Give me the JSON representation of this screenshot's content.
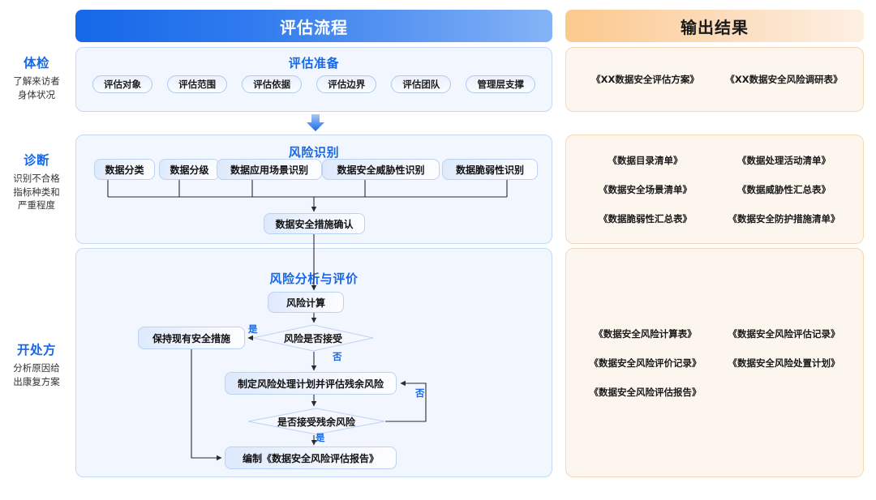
{
  "headers": {
    "flow": "评估流程",
    "output": "输出结果",
    "flow_gradient_from": "#1668E8",
    "flow_gradient_to": "#85B3F6",
    "output_gradient_from": "#FBC98C",
    "output_gradient_to": "#FDF0E4",
    "accent_blue": "#1668E8"
  },
  "stages": [
    {
      "title": "体检",
      "desc": "了解来访者\n身体状况"
    },
    {
      "title": "诊断",
      "desc": "识别不合格\n指标种类和\n严重程度"
    },
    {
      "title": "开处方",
      "desc": "分析原因给\n出康复方案"
    }
  ],
  "flow": {
    "preparation": {
      "title": "评估准备",
      "pills": [
        "评估对象",
        "评估范围",
        "评估依据",
        "评估边界",
        "评估团队",
        "管理层支撑"
      ]
    },
    "identification": {
      "title": "风险识别",
      "nodes": [
        "数据分类",
        "数据分级",
        "数据应用场景识别",
        "数据安全威胁性识别",
        "数据脆弱性识别"
      ],
      "confirm_node": "数据安全措施确认"
    },
    "analysis": {
      "title": "风险分析与评价",
      "calc_node": "风险计算",
      "accept_decision": "风险是否接受",
      "keep_node": "保持现有安全措施",
      "plan_node": "制定风险处理计划并评估残余风险",
      "residual_decision": "是否接受残余风险",
      "report_node": "编制《数据安全风险评估报告》",
      "labels": {
        "yes_keep": "是",
        "no_plan": "否",
        "no_loop": "否",
        "yes_report": "是"
      }
    }
  },
  "outputs": {
    "preparation": [
      "《XX数据安全评估方案》",
      "《XX数据安全风险调研表》"
    ],
    "identification": [
      "《数据目录清单》",
      "《数据处理活动清单》",
      "《数据安全场景清单》",
      "《数据威胁性汇总表》",
      "《数据脆弱性汇总表》",
      "《数据安全防护措施清单》"
    ],
    "analysis": [
      "《数据安全风险计算表》",
      "《数据安全风险评估记录》",
      "《数据安全风险评价记录》",
      "《数据安全风险处置计划》",
      "《数据安全风险评估报告》",
      ""
    ]
  },
  "icons": {
    "down_arrow": "down-arrow-icon"
  }
}
